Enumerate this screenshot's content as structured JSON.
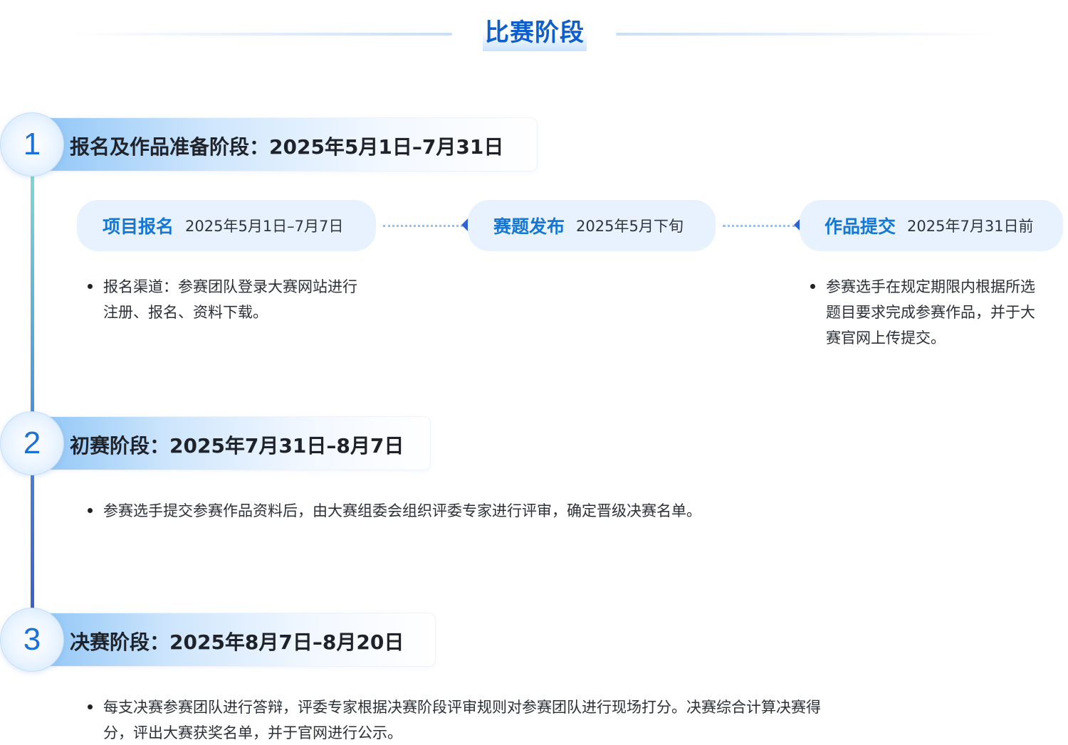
{
  "section": {
    "title": "比赛阶段"
  },
  "stages": [
    {
      "number": "1",
      "title": "报名及作品准备阶段：2025年5月1日–7月31日",
      "steps": [
        {
          "name": "项目报名",
          "date": "2025年5月1日–7月7日"
        },
        {
          "name": "赛题发布",
          "date": "2025年5月下旬"
        },
        {
          "name": "作品提交",
          "date": "2025年7月31日前"
        }
      ],
      "notes": [
        {
          "lines": [
            "报名渠道：参赛团队登录大赛网站进行",
            "注册、报名、资料下载。"
          ]
        },
        {
          "lines": [
            "参赛选手在规定期限内根据所选",
            "题目要求完成参赛作品，并于大",
            "赛官网上传提交。"
          ]
        }
      ]
    },
    {
      "number": "2",
      "title": "初赛阶段：2025年7月31日–8月7日",
      "notes": [
        {
          "lines": [
            "参赛选手提交参赛作品资料后，由大赛组委会组织评委专家进行评审，确定晋级决赛名单。"
          ]
        }
      ]
    },
    {
      "number": "3",
      "title": "决赛阶段：2025年8月7日–8月20日",
      "notes": [
        {
          "lines": [
            "每支决赛参赛团队进行答辩，评委专家根据决赛阶段评审规则对参赛团队进行现场打分。决赛综合计算决赛得",
            "分，评出大赛获奖名单，并于官网进行公示。"
          ]
        }
      ]
    }
  ]
}
